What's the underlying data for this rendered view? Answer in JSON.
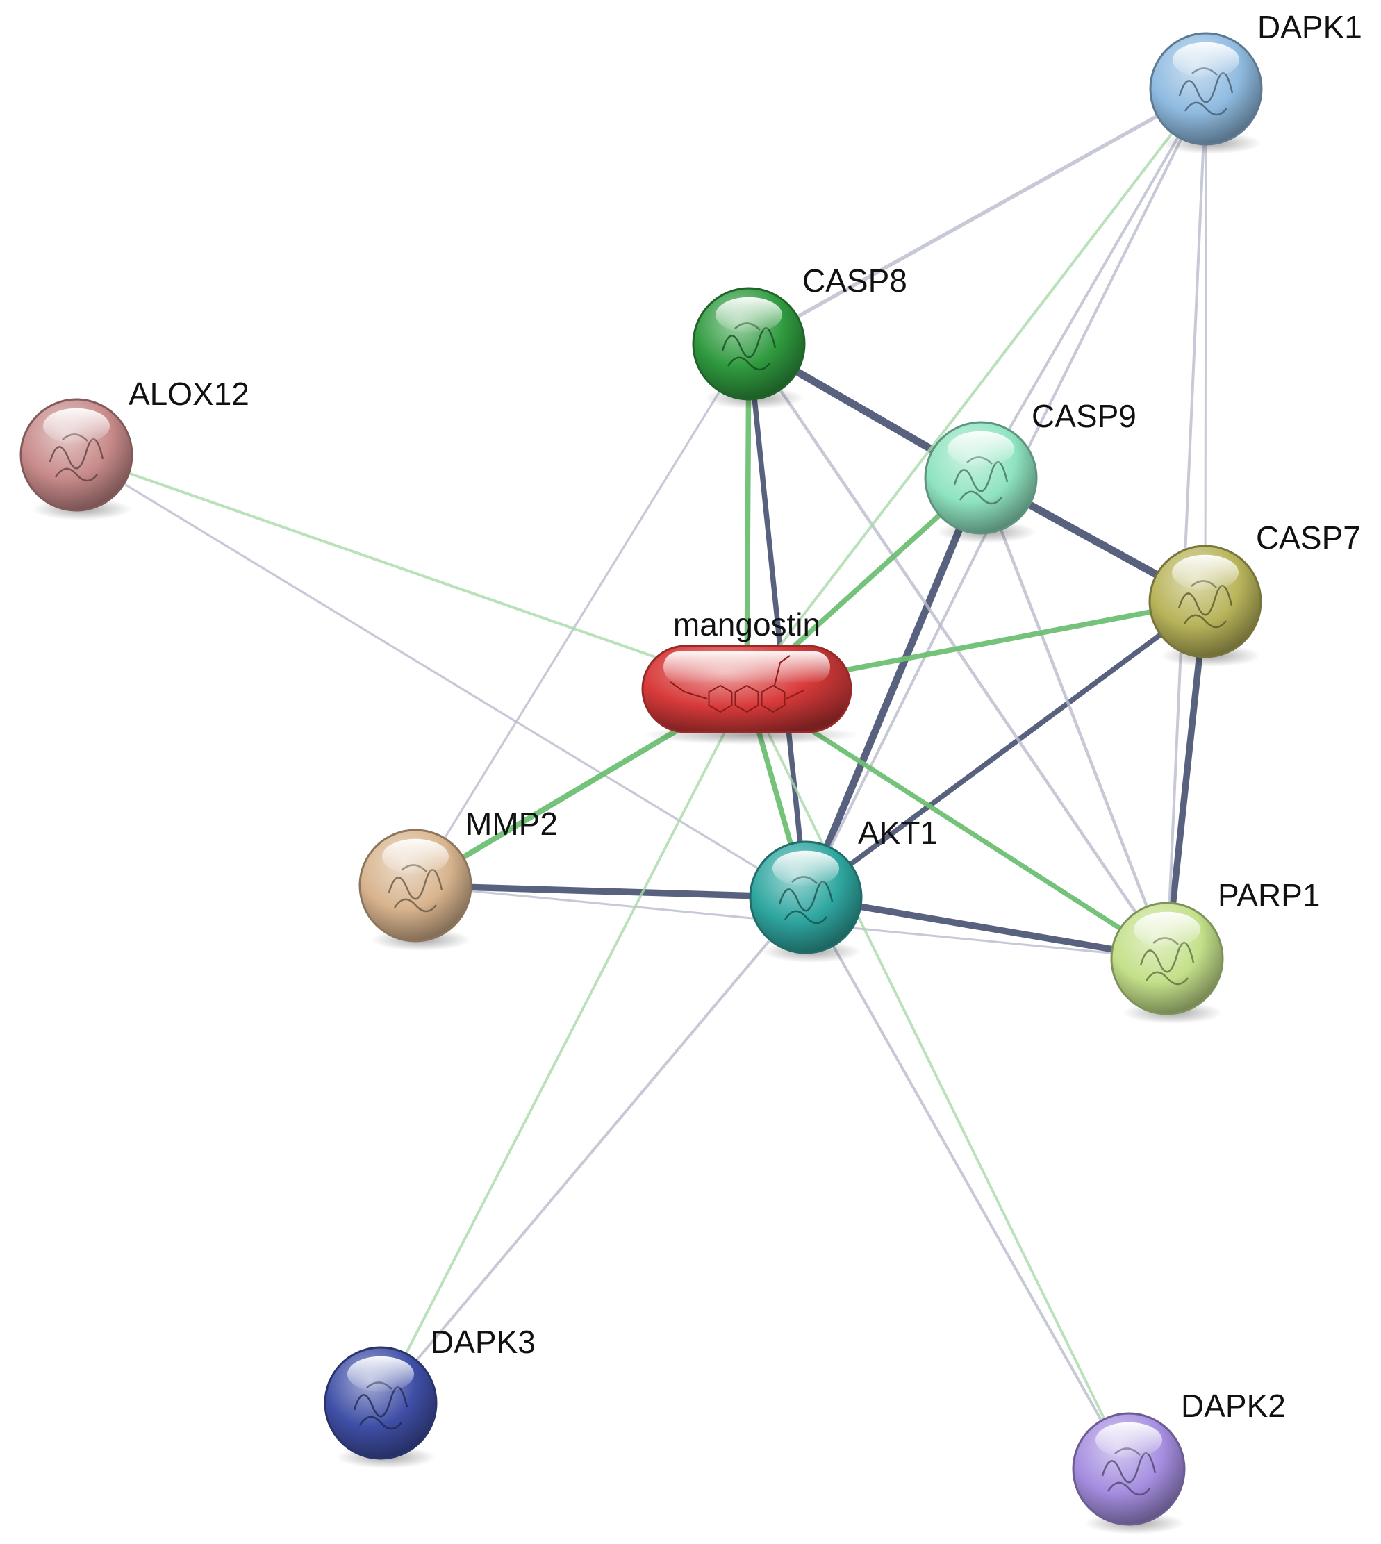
{
  "network": {
    "nodes": [
      {
        "id": "DAPK1",
        "label": "DAPK1",
        "kind": "protein",
        "color": "#8fbbe0"
      },
      {
        "id": "CASP8",
        "label": "CASP8",
        "kind": "protein",
        "color": "#2f9a3f"
      },
      {
        "id": "ALOX12",
        "label": "ALOX12",
        "kind": "protein",
        "color": "#c88a8a"
      },
      {
        "id": "CASP9",
        "label": "CASP9",
        "kind": "protein",
        "color": "#8fe4c0"
      },
      {
        "id": "CASP7",
        "label": "CASP7",
        "kind": "protein",
        "color": "#b8b45a"
      },
      {
        "id": "mangostin",
        "label": "mangostin",
        "kind": "compound",
        "color": "#d83a3a"
      },
      {
        "id": "MMP2",
        "label": "MMP2",
        "kind": "protein",
        "color": "#d8b48e"
      },
      {
        "id": "AKT1",
        "label": "AKT1",
        "kind": "protein",
        "color": "#2fa6a0"
      },
      {
        "id": "PARP1",
        "label": "PARP1",
        "kind": "protein",
        "color": "#c4e08a"
      },
      {
        "id": "DAPK3",
        "label": "DAPK3",
        "kind": "protein",
        "color": "#3f4fa6"
      },
      {
        "id": "DAPK2",
        "label": "DAPK2",
        "kind": "protein",
        "color": "#a58ee0"
      }
    ],
    "edges": [
      {
        "source": "CASP8",
        "target": "CASP9",
        "type": "protein",
        "strength": 0.9
      },
      {
        "source": "CASP9",
        "target": "CASP7",
        "type": "protein",
        "strength": 0.9
      },
      {
        "source": "CASP7",
        "target": "PARP1",
        "type": "protein",
        "strength": 0.75
      },
      {
        "source": "AKT1",
        "target": "CASP9",
        "type": "protein",
        "strength": 0.85
      },
      {
        "source": "AKT1",
        "target": "MMP2",
        "type": "protein",
        "strength": 0.75
      },
      {
        "source": "AKT1",
        "target": "PARP1",
        "type": "protein",
        "strength": 0.75
      },
      {
        "source": "AKT1",
        "target": "CASP7",
        "type": "protein",
        "strength": 0.55
      },
      {
        "source": "CASP8",
        "target": "AKT1",
        "type": "protein",
        "strength": 0.55
      },
      {
        "source": "CASP8",
        "target": "DAPK1",
        "type": "protein",
        "strength": 0.35
      },
      {
        "source": "CASP8",
        "target": "PARP1",
        "type": "protein",
        "strength": 0.25
      },
      {
        "source": "CASP9",
        "target": "PARP1",
        "type": "protein",
        "strength": 0.25
      },
      {
        "source": "DAPK1",
        "target": "CASP7",
        "type": "protein",
        "strength": 0.1
      },
      {
        "source": "DAPK1",
        "target": "AKT1",
        "type": "protein",
        "strength": 0.2
      },
      {
        "source": "DAPK1",
        "target": "CASP9",
        "type": "protein",
        "strength": 0.2
      },
      {
        "source": "DAPK1",
        "target": "PARP1",
        "type": "protein",
        "strength": 0.2
      },
      {
        "source": "CASP8",
        "target": "MMP2",
        "type": "protein",
        "strength": 0.12
      },
      {
        "source": "ALOX12",
        "target": "AKT1",
        "type": "protein",
        "strength": 0.12
      },
      {
        "source": "AKT1",
        "target": "DAPK3",
        "type": "protein",
        "strength": 0.2
      },
      {
        "source": "AKT1",
        "target": "DAPK2",
        "type": "protein",
        "strength": 0.2
      },
      {
        "source": "MMP2",
        "target": "PARP1",
        "type": "protein",
        "strength": 0.1
      },
      {
        "source": "mangostin",
        "target": "CASP8",
        "type": "compound",
        "strength": 0.55
      },
      {
        "source": "mangostin",
        "target": "CASP9",
        "type": "compound",
        "strength": 0.55
      },
      {
        "source": "mangostin",
        "target": "CASP7",
        "type": "compound",
        "strength": 0.55
      },
      {
        "source": "mangostin",
        "target": "MMP2",
        "type": "compound",
        "strength": 0.6
      },
      {
        "source": "mangostin",
        "target": "AKT1",
        "type": "compound",
        "strength": 0.55
      },
      {
        "source": "mangostin",
        "target": "PARP1",
        "type": "compound",
        "strength": 0.5
      },
      {
        "source": "mangostin",
        "target": "DAPK1",
        "type": "compound",
        "strength": 0.2
      },
      {
        "source": "mangostin",
        "target": "ALOX12",
        "type": "compound",
        "strength": 0.2
      },
      {
        "source": "mangostin",
        "target": "DAPK3",
        "type": "compound",
        "strength": 0.18
      },
      {
        "source": "mangostin",
        "target": "DAPK2",
        "type": "compound",
        "strength": 0.18
      }
    ],
    "edge_colors": {
      "protein": "#4f5a78",
      "protein_light": "#b9bccc",
      "compound": "#6ebf73",
      "compound_light": "#a9d9a9"
    }
  }
}
